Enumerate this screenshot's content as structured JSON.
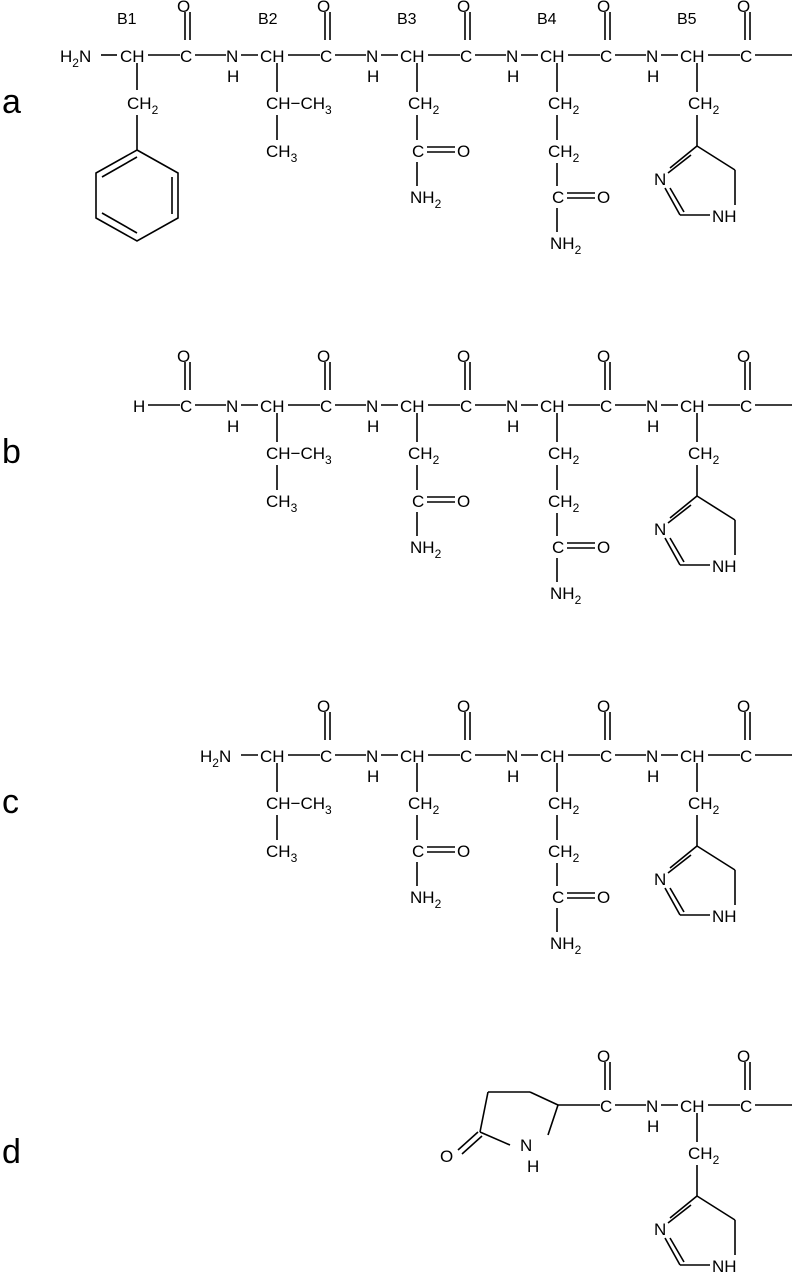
{
  "residue_labels": [
    "B1",
    "B2",
    "B3",
    "B4",
    "B5"
  ],
  "panels": {
    "a": {
      "letter": "a",
      "n_terminus": "H2N"
    },
    "b": {
      "letter": "b",
      "n_terminus": "H"
    },
    "c": {
      "letter": "c",
      "n_terminus": "H2N"
    },
    "d": {
      "letter": "d"
    }
  },
  "atoms": {
    "o": "O",
    "nh": "N",
    "h": "H",
    "ch": "CH",
    "c": "C",
    "ch2": "CH2",
    "ch_ch3": "CH−CH3",
    "ch3": "CH3",
    "nh2": "NH2",
    "n": "N",
    "ring_nh": "NH",
    "amide_o": "C=O"
  }
}
